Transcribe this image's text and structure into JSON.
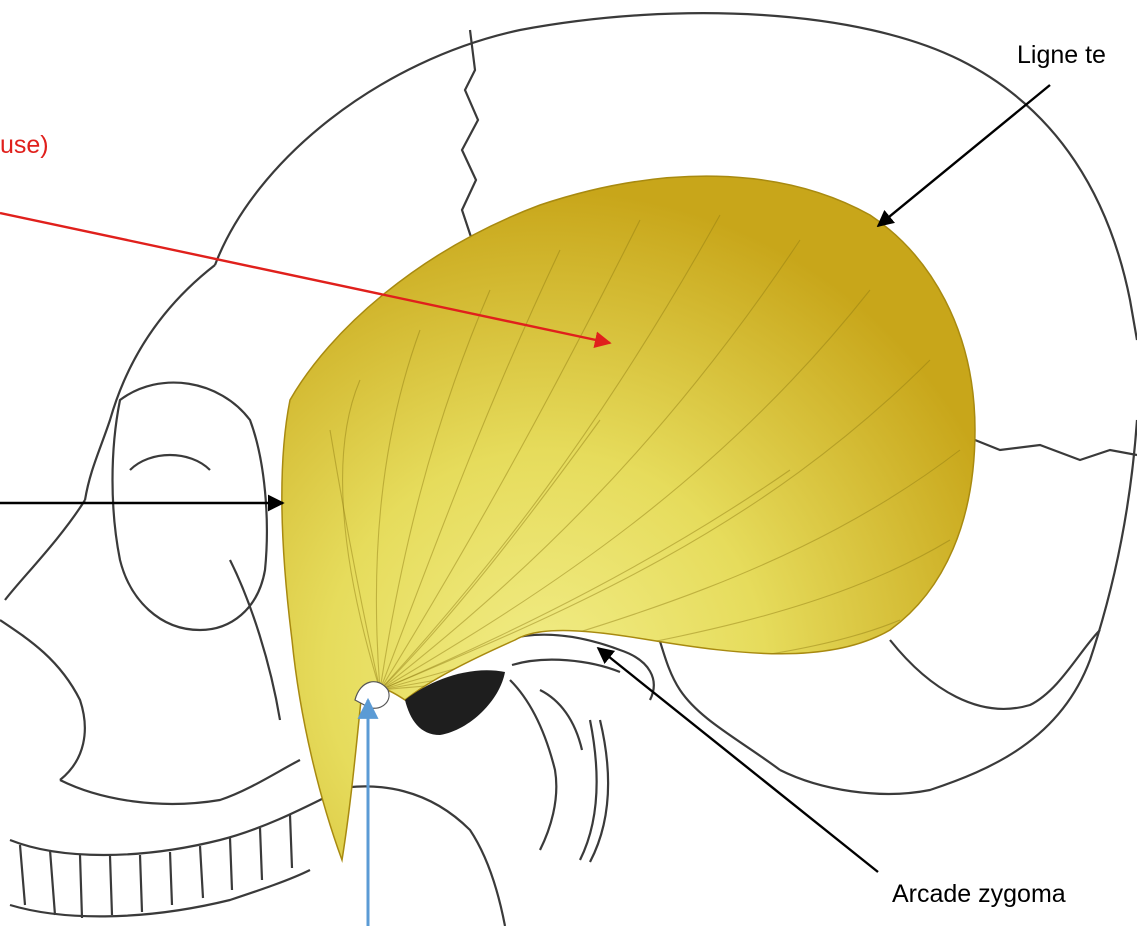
{
  "labels": {
    "top_right": "Ligne te",
    "top_left_red": "use)",
    "bottom_right": "Arcade zygoma"
  },
  "colors": {
    "muscle_dark": "#c9a91c",
    "muscle_light": "#e9e067",
    "bone_line": "#3a3a3a",
    "red_arrow": "#e0201c",
    "blue_arrow": "#5b9bd5",
    "black_arrow": "#000000",
    "red_text": "#e0201c",
    "text": "#000000"
  }
}
